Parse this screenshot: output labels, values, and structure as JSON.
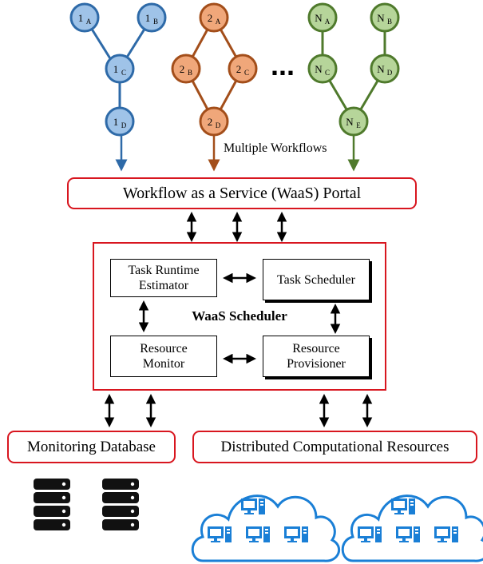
{
  "workflows": {
    "w1": {
      "nodes": [
        {
          "id": "1a",
          "base": "1",
          "sub": "A"
        },
        {
          "id": "1b",
          "base": "1",
          "sub": "B"
        },
        {
          "id": "1c",
          "base": "1",
          "sub": "C"
        },
        {
          "id": "1d",
          "base": "1",
          "sub": "D"
        }
      ],
      "fill": "#9fc3e8",
      "stroke": "#2e6aa8"
    },
    "w2": {
      "nodes": [
        {
          "id": "2a",
          "base": "2",
          "sub": "A"
        },
        {
          "id": "2b",
          "base": "2",
          "sub": "B"
        },
        {
          "id": "2c",
          "base": "2",
          "sub": "C"
        },
        {
          "id": "2d",
          "base": "2",
          "sub": "D"
        }
      ],
      "fill": "#f0a77a",
      "stroke": "#a34e1a"
    },
    "wn": {
      "nodes": [
        {
          "id": "na",
          "base": "N",
          "sub": "A"
        },
        {
          "id": "nb",
          "base": "N",
          "sub": "B"
        },
        {
          "id": "nc",
          "base": "N",
          "sub": "C"
        },
        {
          "id": "nd",
          "base": "N",
          "sub": "D"
        },
        {
          "id": "ne",
          "base": "N",
          "sub": "E"
        }
      ],
      "fill": "#b6d59a",
      "stroke": "#4f7a2c"
    },
    "ellipsis": "..."
  },
  "multiple_workflows_label": "Multiple Workflows",
  "portal_label": "Workflow as a Service (WaaS) Portal",
  "scheduler": {
    "title": "WaaS Scheduler",
    "task_runtime_estimator": "Task Runtime\nEstimator",
    "task_scheduler": "Task Scheduler",
    "resource_monitor": "Resource\nMonitor",
    "resource_provisioner": "Resource\nProvisioner"
  },
  "monitoring_database_label": "Monitoring Database",
  "distributed_resources_label": "Distributed Computational Resources",
  "colors": {
    "box_border": "#d8161f",
    "cloud": "#1a7fd6",
    "server": "#111111"
  }
}
